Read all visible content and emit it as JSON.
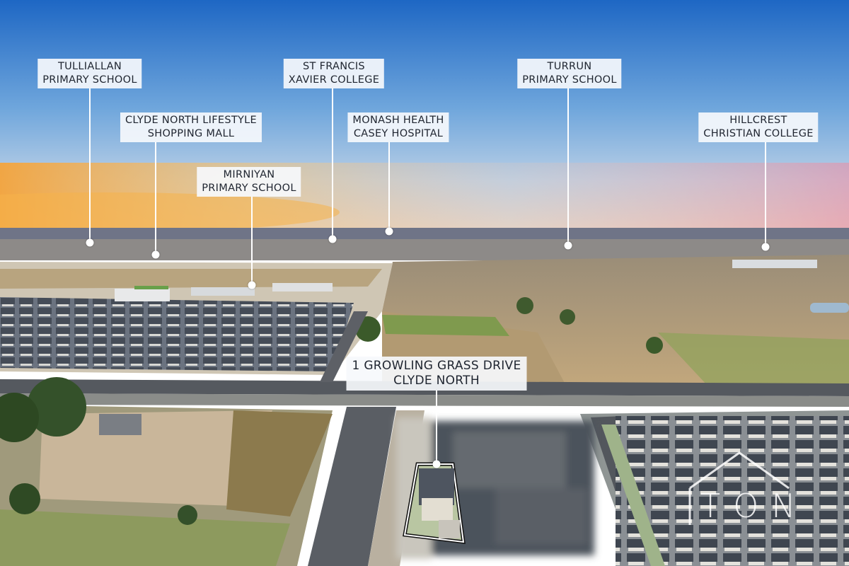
{
  "photo": {
    "subject": "aerial-property-photo",
    "colors": {
      "sky_top": "#1e67c4",
      "sky_mid": "#7fb0df",
      "horizon_glow": "#f2b36a",
      "field": "#b59d74",
      "roof": "#4b5360"
    }
  },
  "landmarks": [
    {
      "id": "tulliallan",
      "lines": [
        "TULLIALLAN",
        "PRIMARY SCHOOL"
      ]
    },
    {
      "id": "clyde-north-mall",
      "lines": [
        "CLYDE NORTH LIFESTYLE",
        "SHOPPING MALL"
      ]
    },
    {
      "id": "mirniyan",
      "lines": [
        "MIRNIYAN",
        "PRIMARY SCHOOL"
      ]
    },
    {
      "id": "st-francis",
      "lines": [
        "ST FRANCIS",
        "XAVIER COLLEGE"
      ]
    },
    {
      "id": "monash-health",
      "lines": [
        "MONASH HEALTH",
        "CASEY HOSPITAL"
      ]
    },
    {
      "id": "turrun",
      "lines": [
        "TURRUN",
        "PRIMARY SCHOOL"
      ]
    },
    {
      "id": "hillcrest",
      "lines": [
        "HILLCREST",
        "CHRISTIAN COLLEGE"
      ]
    }
  ],
  "property": {
    "lines": [
      "1 GROWLING GRASS DRIVE",
      "CLYDE NORTH"
    ]
  },
  "watermark": {
    "text": "TON",
    "icon": "house-outline-icon"
  }
}
